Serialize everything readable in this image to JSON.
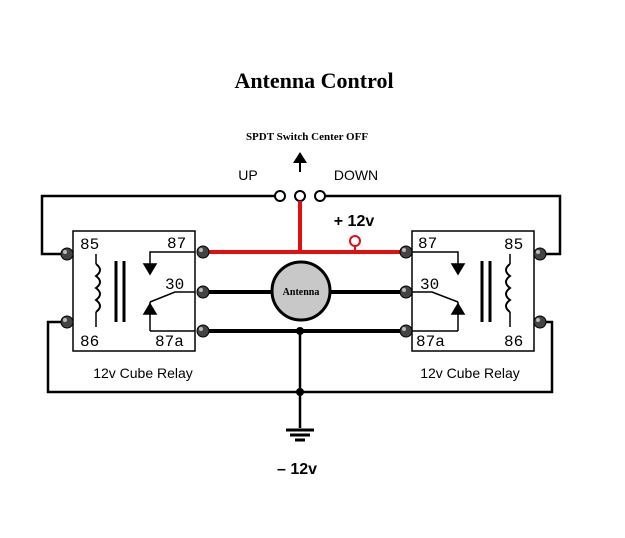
{
  "title": "Antenna Control",
  "switch": {
    "label": "SPDT Switch Center OFF",
    "up_label": "UP",
    "down_label": "DOWN"
  },
  "power": {
    "positive_label": "+ 12v",
    "negative_label": "– 12v"
  },
  "antenna_label": "Antenna",
  "relays": [
    {
      "caption": "12v Cube Relay",
      "pins": {
        "p85": "85",
        "p86": "86",
        "p87": "87",
        "p30": "30",
        "p87a": "87a"
      }
    },
    {
      "caption": "12v Cube Relay",
      "pins": {
        "p85": "85",
        "p86": "86",
        "p87": "87",
        "p30": "30",
        "p87a": "87a"
      }
    }
  ],
  "colors": {
    "wire": "#000000",
    "positive_wire": "#e01010",
    "antenna_fill": "#c8c8c8",
    "background": "#ffffff"
  }
}
